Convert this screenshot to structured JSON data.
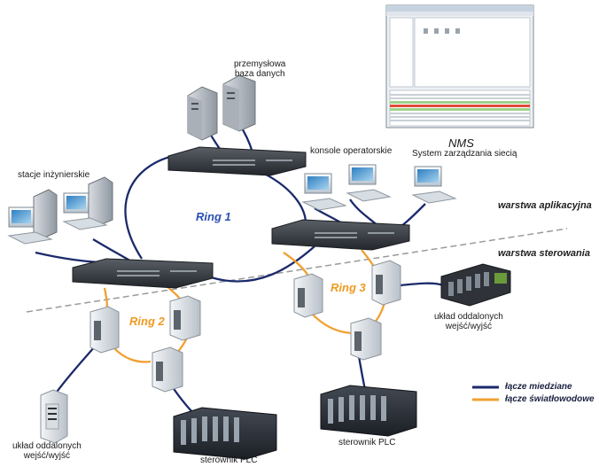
{
  "labels": {
    "database": "przemysłowa baza danych",
    "database_l1": "przemysłowa",
    "database_l2": "baza danych",
    "operator_consoles": "konsole operatorskie",
    "nms_title": "NMS",
    "nms_subtitle": "System zarządzania siecią",
    "engineering_stations": "stacje inżynierskie",
    "application_layer": "warstwa aplikacyjna",
    "control_layer": "warstwa sterowania",
    "remote_io_right_l1": "układ oddalonych",
    "remote_io_right_l2": "wejść/wyjść",
    "remote_io_left_l1": "układ oddalonych",
    "remote_io_left_l2": "wejść/wyjść",
    "plc_right": "sterownik PLC",
    "plc_left": "sterownik PLC"
  },
  "rings": [
    {
      "name": "Ring 1",
      "link": "copper"
    },
    {
      "name": "Ring 2",
      "link": "fiber"
    },
    {
      "name": "Ring 3",
      "link": "fiber"
    }
  ],
  "legend": [
    {
      "label": "łącze miedziane",
      "color": "#1b2a6b"
    },
    {
      "label": "łącze światłowodowe",
      "color": "#f0a030"
    }
  ],
  "colors": {
    "copper": "#1b2a6b",
    "fiber": "#f0a030",
    "ring_copper_text": "#2a50b0",
    "ring_fiber_text": "#f09a20"
  },
  "icons": [
    "server-icon",
    "switch-icon",
    "workstation-icon",
    "industrial-switch-icon",
    "plc-icon",
    "remote-io-icon",
    "nms-screenshot-icon"
  ]
}
